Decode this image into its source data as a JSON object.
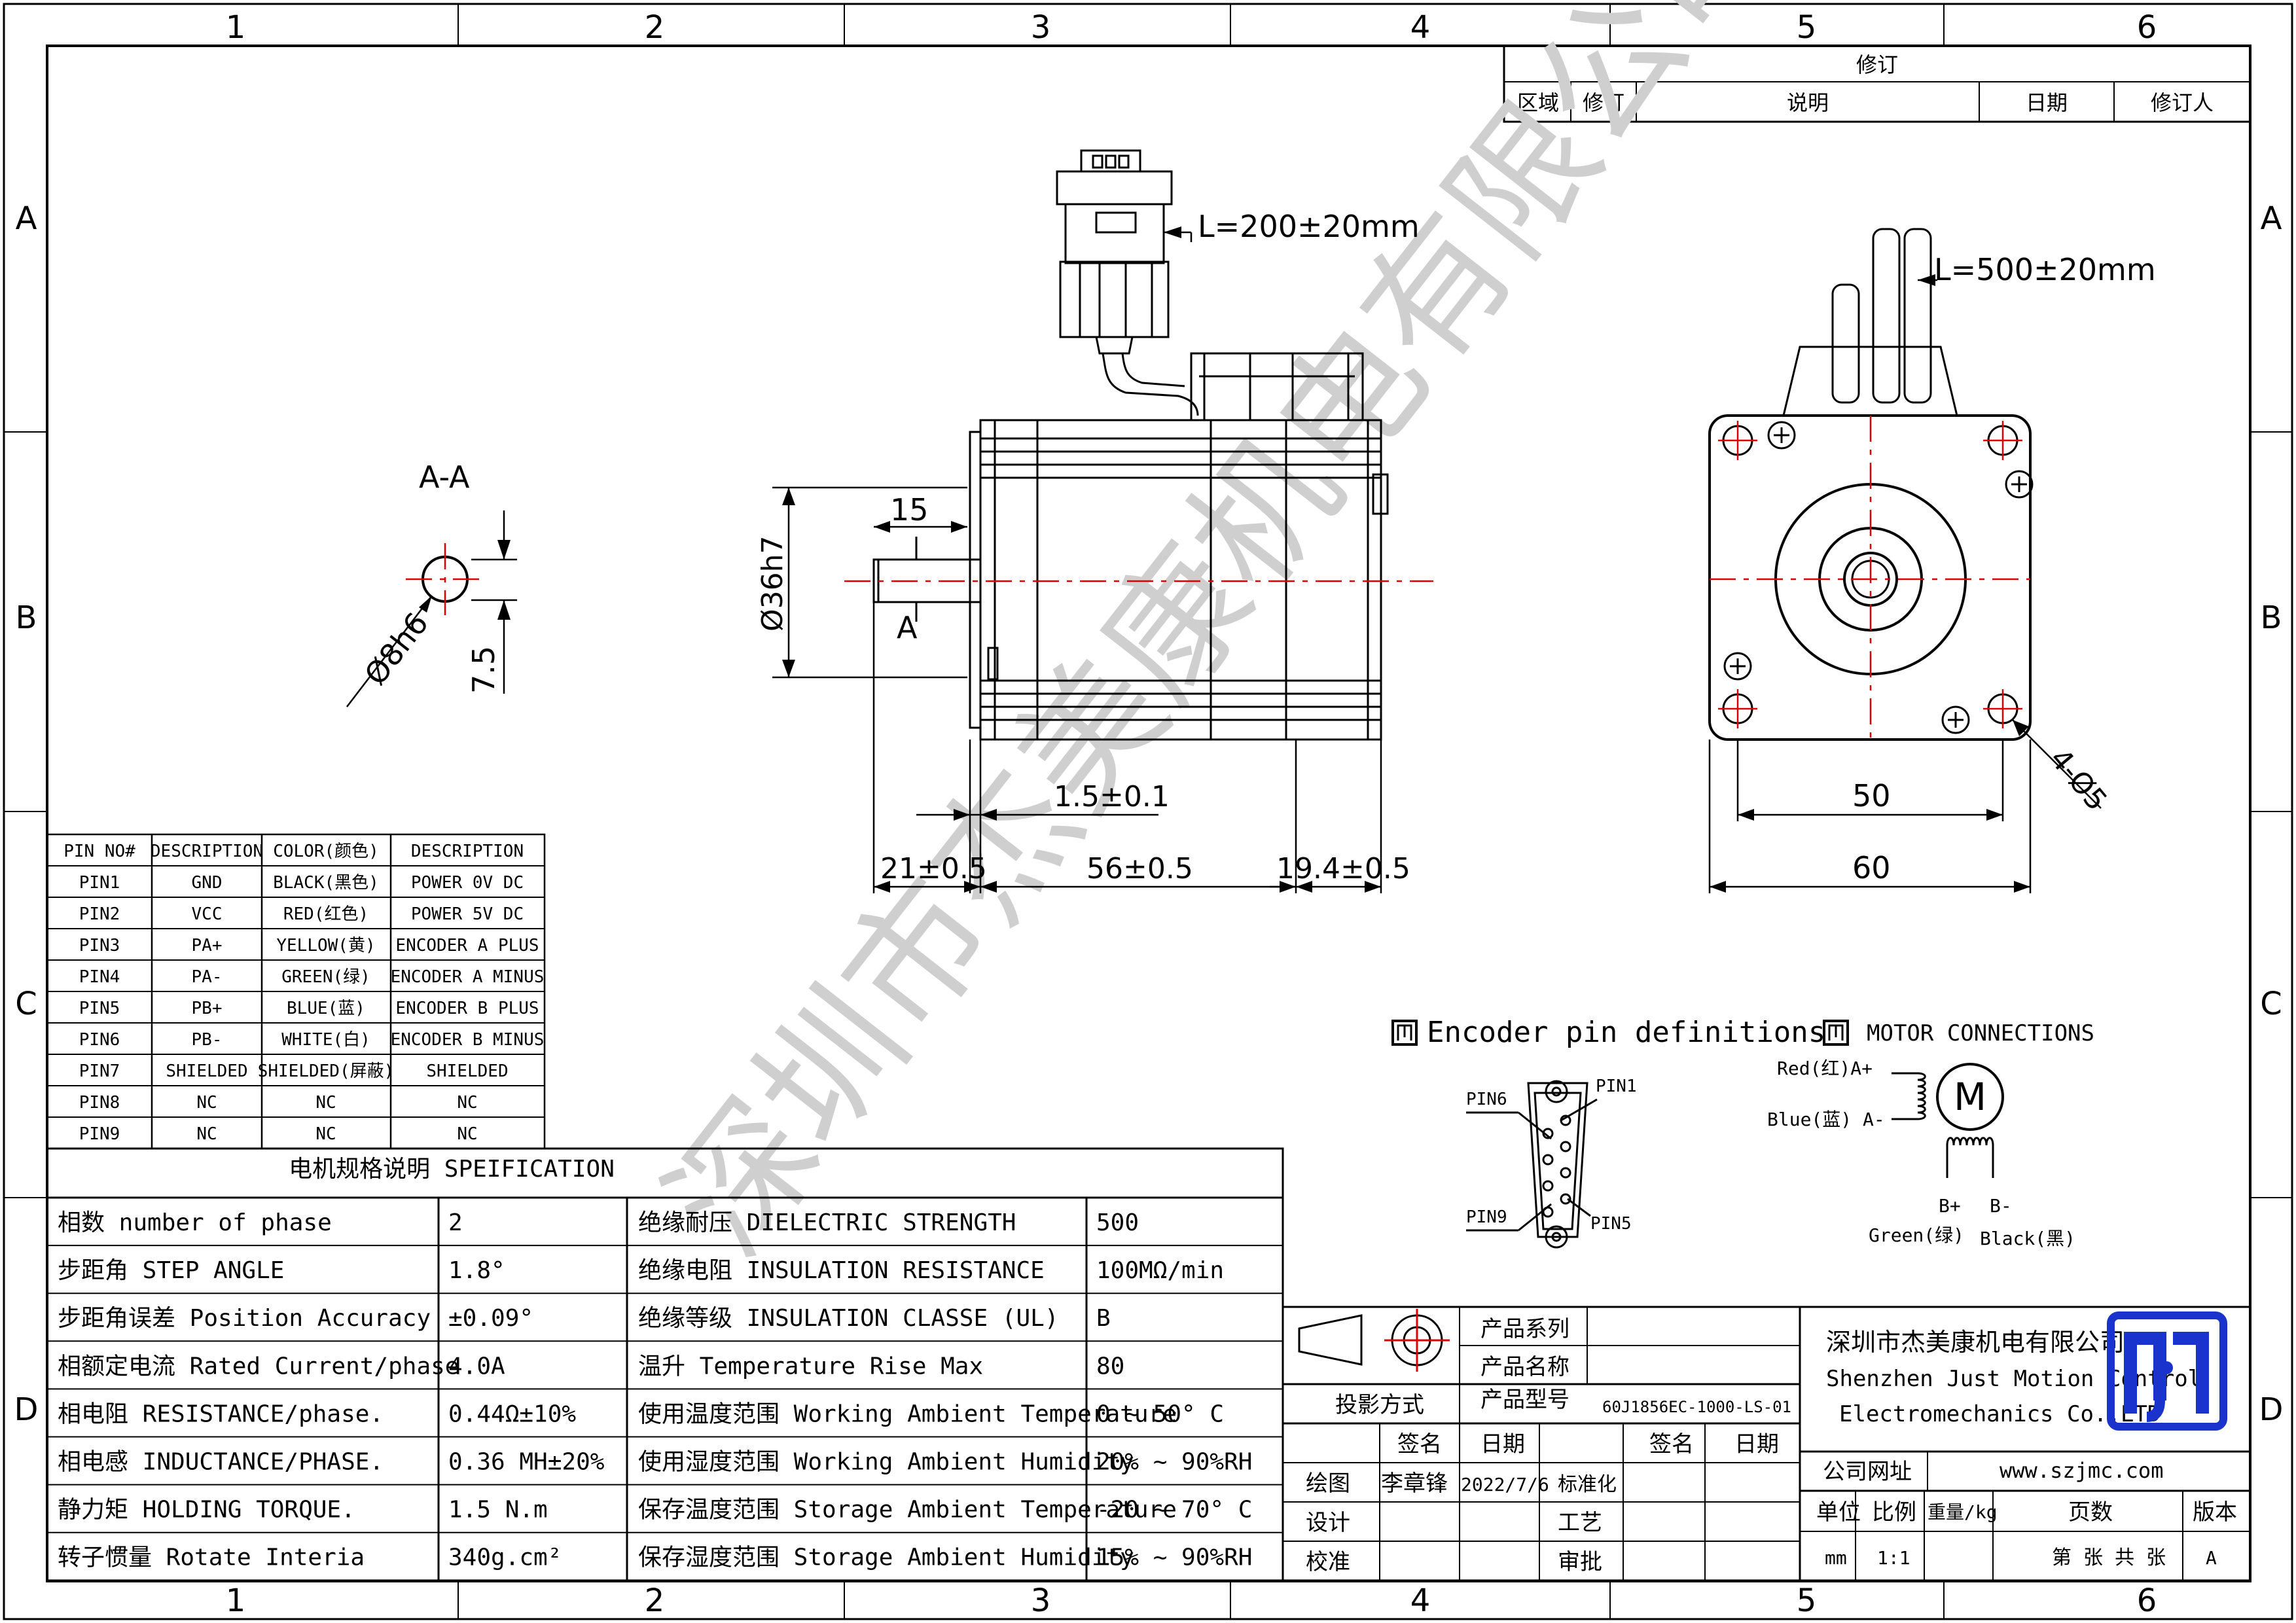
{
  "frame": {
    "col_labels": [
      "1",
      "2",
      "3",
      "4",
      "5",
      "6"
    ],
    "row_labels": [
      "A",
      "B",
      "C",
      "D"
    ]
  },
  "revision_table": {
    "title": "修订",
    "headers": [
      "区域",
      "修订",
      "说明",
      "日期",
      "修订人"
    ]
  },
  "section_view": {
    "title": "A-A",
    "dims": {
      "diameter": "Ø8h6",
      "flat": "7.5"
    }
  },
  "side_view": {
    "cable_length": "L=200±20mm",
    "shaft_diameter": "Ø36h7",
    "shaft_length": "15",
    "section_marker": "A",
    "flange_thk": "1.5±0.1",
    "dim_21": "21±0.5",
    "dim_56": "56±0.5",
    "dim_19": "19.4±0.5"
  },
  "front_view": {
    "cable_length": "L=500±20mm",
    "holes": "4-Ø5",
    "dim_50": "50",
    "dim_60": "60"
  },
  "watermark": "深圳市杰美康机电有限公司",
  "pin_table": {
    "headers": [
      "PIN NO#",
      "DESCRIPTION",
      "COLOR(颜色)",
      "DESCRIPTION"
    ],
    "rows": [
      [
        "PIN1",
        "GND",
        "BLACK(黑色)",
        "POWER 0V DC"
      ],
      [
        "PIN2",
        "VCC",
        "RED(红色)",
        "POWER 5V DC"
      ],
      [
        "PIN3",
        "PA+",
        "YELLOW(黄)",
        "ENCODER A PLUS"
      ],
      [
        "PIN4",
        "PA-",
        "GREEN(绿)",
        "ENCODER A MINUS"
      ],
      [
        "PIN5",
        "PB+",
        "BLUE(蓝)",
        "ENCODER B PLUS"
      ],
      [
        "PIN6",
        "PB-",
        "WHITE(白)",
        "ENCODER B MINUS"
      ],
      [
        "PIN7",
        "SHIELDED",
        "SHIELDED(屏蔽)",
        "SHIELDED"
      ],
      [
        "PIN8",
        "NC",
        "NC",
        "NC"
      ],
      [
        "PIN9",
        "NC",
        "NC",
        "NC"
      ]
    ]
  },
  "spec_table": {
    "title": "电机规格说明 SPEIFICATION",
    "rows": [
      [
        "相数 number of phase",
        "2",
        "绝缘耐压 DIELECTRIC STRENGTH",
        "500"
      ],
      [
        "步距角 STEP ANGLE",
        "1.8°",
        "绝缘电阻 INSULATION RESISTANCE",
        "100MΩ/min"
      ],
      [
        "步距角误差 Position Accuracy",
        "±0.09°",
        "绝缘等级 INSULATION CLASSE (UL)",
        "B"
      ],
      [
        "相额定电流 Rated Current/phase",
        "4.0A",
        "温升 Temperature Rise Max",
        "80"
      ],
      [
        "相电阻 RESISTANCE/phase.",
        "0.44Ω±10%",
        "使用温度范围 Working Ambient Temperature",
        "0 ~ 50° C"
      ],
      [
        "相电感 INDUCTANCE/PHASE.",
        "0.36 MH±20%",
        "使用湿度范围 Working Ambient Humidity",
        "20% ~ 90%RH"
      ],
      [
        "静力矩 HOLDING TORQUE.",
        "1.5 N.m",
        "保存温度范围 Storage Ambient Temperature",
        "-20 ~ 70° C"
      ],
      [
        "转子惯量 Rotate Interia",
        "340g.cm²",
        "保存湿度范围 Storage Ambient Humidity",
        "15% ~ 90%RH"
      ]
    ]
  },
  "encoder_pins": {
    "title": "Encoder pin definitions",
    "labels": [
      "PIN6",
      "PIN1",
      "PIN9",
      "PIN5"
    ]
  },
  "motor_connections": {
    "title": "MOTOR CONNECTIONS",
    "motor_symbol": "M",
    "red": "Red(红)A+",
    "blue": "Blue(蓝) A-",
    "bplus": "B+",
    "bminus": "B-",
    "green": "Green(绿)",
    "black": "Black(黑)"
  },
  "title_block": {
    "series_label": "产品系列",
    "name_label": "产品名称",
    "projection_label": "投影方式",
    "model_label": "产品型号",
    "model_value": "60J1856EC-1000-LS-01",
    "sign_label": "签名",
    "date_label": "日期",
    "draw_label": "绘图",
    "drawer": "李章锋",
    "draw_date": "2022/7/6",
    "std_label": "标准化",
    "design_label": "设计",
    "craft_label": "工艺",
    "check_label": "校准",
    "approve_label": "审批",
    "company_cn": "深圳市杰美康机电有限公司",
    "company_en1": "Shenzhen Just Motion Control",
    "company_en2": "Electromechanics Co.,LTD",
    "website_label": "公司网址",
    "website": "www.szjmc.com",
    "unit_label": "单位",
    "scale_label": "比例",
    "weight_label": "重量/kg",
    "pages_label": "页数",
    "version_label": "版本",
    "unit": "mm",
    "scale": "1:1",
    "pages": "第 张 共 张",
    "version": "A"
  },
  "colors": {
    "centerline": "#dd0000",
    "logo": "#1a33cc"
  }
}
